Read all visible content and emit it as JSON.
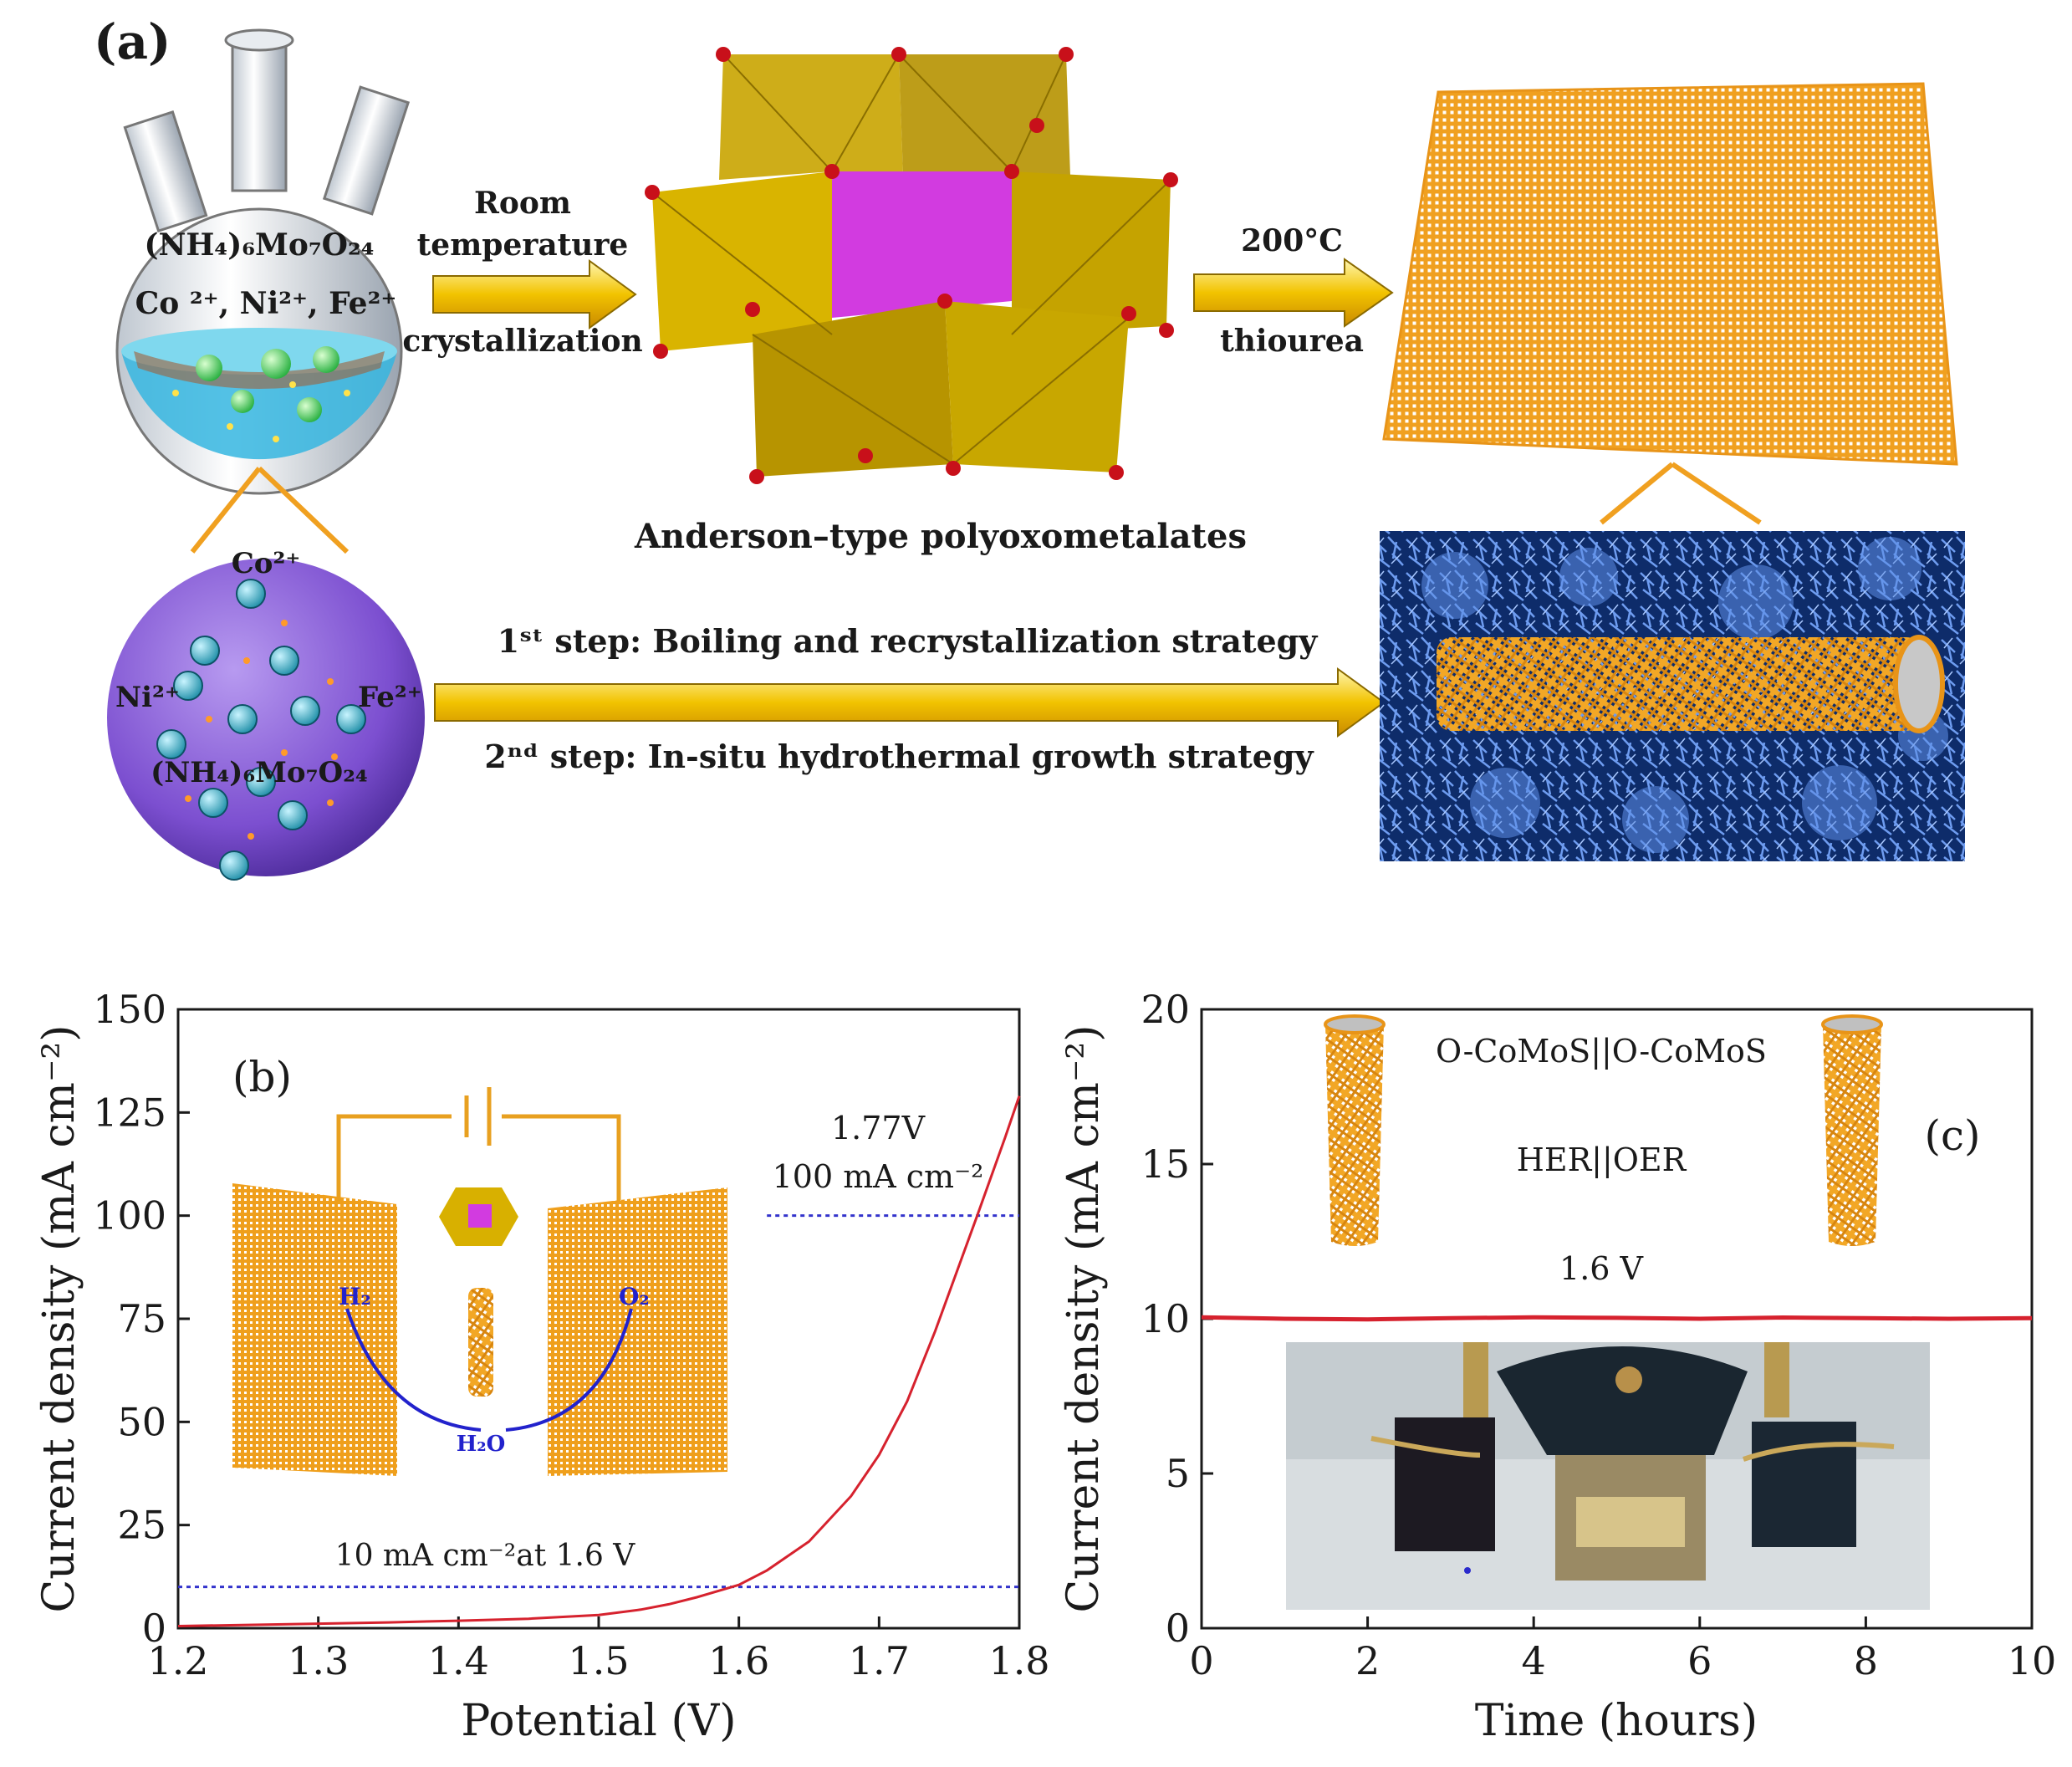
{
  "panel_a": {
    "label": "(a)",
    "flask_formula": "(NH₄)₆Mo₇O₂₄",
    "flask_ions": "Co ²⁺, Ni²⁺, Fe²⁺",
    "arrow1_lines": [
      "Room",
      "temperature",
      "crystallization"
    ],
    "arrow2_top": "200°C",
    "arrow2_bottom": "thiourea",
    "pom_caption": "Anderson–type polyoxometalates",
    "sphere_labels": {
      "co": "Co²⁺",
      "ni": "Ni²⁺",
      "fe": "Fe²⁺",
      "formula": "(NH₄)₆Mo₇O₂₄"
    },
    "step1": "1ˢᵗ step: Boiling and recrystallization strategy",
    "step2": "2ⁿᵈ step: In-situ hydrothermal growth strategy"
  },
  "panel_b": {
    "label": "(b)",
    "annotation_voltage": "1.77V",
    "annotation_current": "100 mA cm⁻²",
    "annotation_low": "10 mA cm⁻²at 1.6 V",
    "h2": "H₂",
    "o2": "O₂",
    "h2o": "H₂O"
  },
  "panel_c": {
    "label": "(c)",
    "device": "O-CoMoS||O-CoMoS",
    "reaction": "HER||OER",
    "voltage": "1.6 V"
  },
  "colors": {
    "curve": "#d6222e",
    "dotted": "#3333cc",
    "orange": "#f0a020",
    "sphere": "#8a5ed8"
  },
  "chart_data": [
    {
      "type": "line",
      "panel": "b",
      "xlabel": "Potential (V)",
      "ylabel": "Current density (mA cm⁻²)",
      "xlim": [
        1.2,
        1.8
      ],
      "ylim": [
        0,
        150
      ],
      "xticks": [
        "1.2",
        "1.3",
        "1.4",
        "1.5",
        "1.6",
        "1.7",
        "1.8"
      ],
      "yticks": [
        "0",
        "25",
        "50",
        "75",
        "100",
        "125",
        "150"
      ],
      "x": [
        1.2,
        1.25,
        1.3,
        1.35,
        1.4,
        1.45,
        1.5,
        1.53,
        1.55,
        1.57,
        1.6,
        1.62,
        1.65,
        1.68,
        1.7,
        1.72,
        1.74,
        1.77,
        1.79,
        1.8
      ],
      "y": [
        0.5,
        0.8,
        1.1,
        1.4,
        1.8,
        2.3,
        3.2,
        4.5,
        5.8,
        7.5,
        10.5,
        14,
        21,
        32,
        42,
        55,
        72,
        100,
        119,
        129
      ],
      "reference_lines": [
        100,
        10
      ]
    },
    {
      "type": "line",
      "panel": "c",
      "xlabel": "Time (hours)",
      "ylabel": "Current density (mA cm⁻²)",
      "xlim": [
        0,
        10
      ],
      "ylim": [
        0,
        20
      ],
      "xticks": [
        "0",
        "2",
        "4",
        "6",
        "8",
        "10"
      ],
      "yticks": [
        "0",
        "5",
        "10",
        "15",
        "20"
      ],
      "x": [
        0,
        1,
        2,
        3,
        4,
        5,
        6,
        7,
        8,
        9,
        10
      ],
      "y": [
        10.05,
        10.0,
        9.98,
        10.02,
        10.05,
        10.03,
        10.0,
        10.04,
        10.02,
        10.0,
        10.02
      ]
    }
  ]
}
